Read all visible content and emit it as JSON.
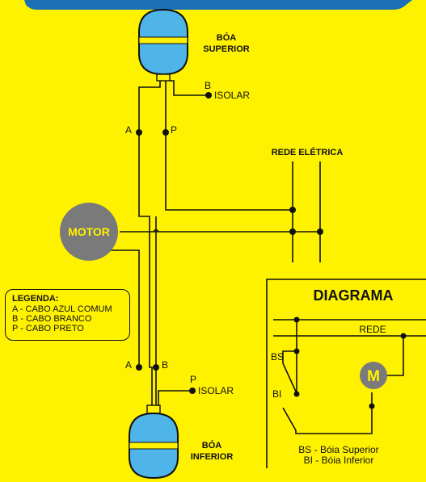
{
  "colors": {
    "background": "#FFF200",
    "header_bar": "#1C6FB5",
    "tank_fill": "#4FB4E8",
    "tank_band": "#FFF200",
    "motor_fill": "#7A7A7A",
    "wire": "#111111"
  },
  "floats": {
    "top": {
      "line1": "BÓA",
      "line2": "SUPERIOR",
      "wire_left": "A",
      "wire_right": "P",
      "isolated_wire": "B",
      "isolate_label": "ISOLAR"
    },
    "bottom": {
      "line1": "BÓA",
      "line2": "INFERIOR",
      "wire_left": "A",
      "wire_right": "B",
      "isolated_wire": "P",
      "isolate_label": "ISOLAR"
    }
  },
  "motor": {
    "label": "MOTOR"
  },
  "mains": {
    "label": "REDE ELÉTRICA"
  },
  "legend": {
    "title": "LEGENDA:",
    "items": [
      "A - CABO AZUL COMUM",
      "B - CABO BRANCO",
      "P - CABO PRETO"
    ]
  },
  "diagram": {
    "title": "DIAGRAMA",
    "rede_label": "REDE",
    "bs_label": "BS",
    "bi_label": "BI",
    "motor_symbol": "M",
    "notes": [
      "BS - Bóia Superior",
      "BI - Bóia Inferior"
    ]
  }
}
